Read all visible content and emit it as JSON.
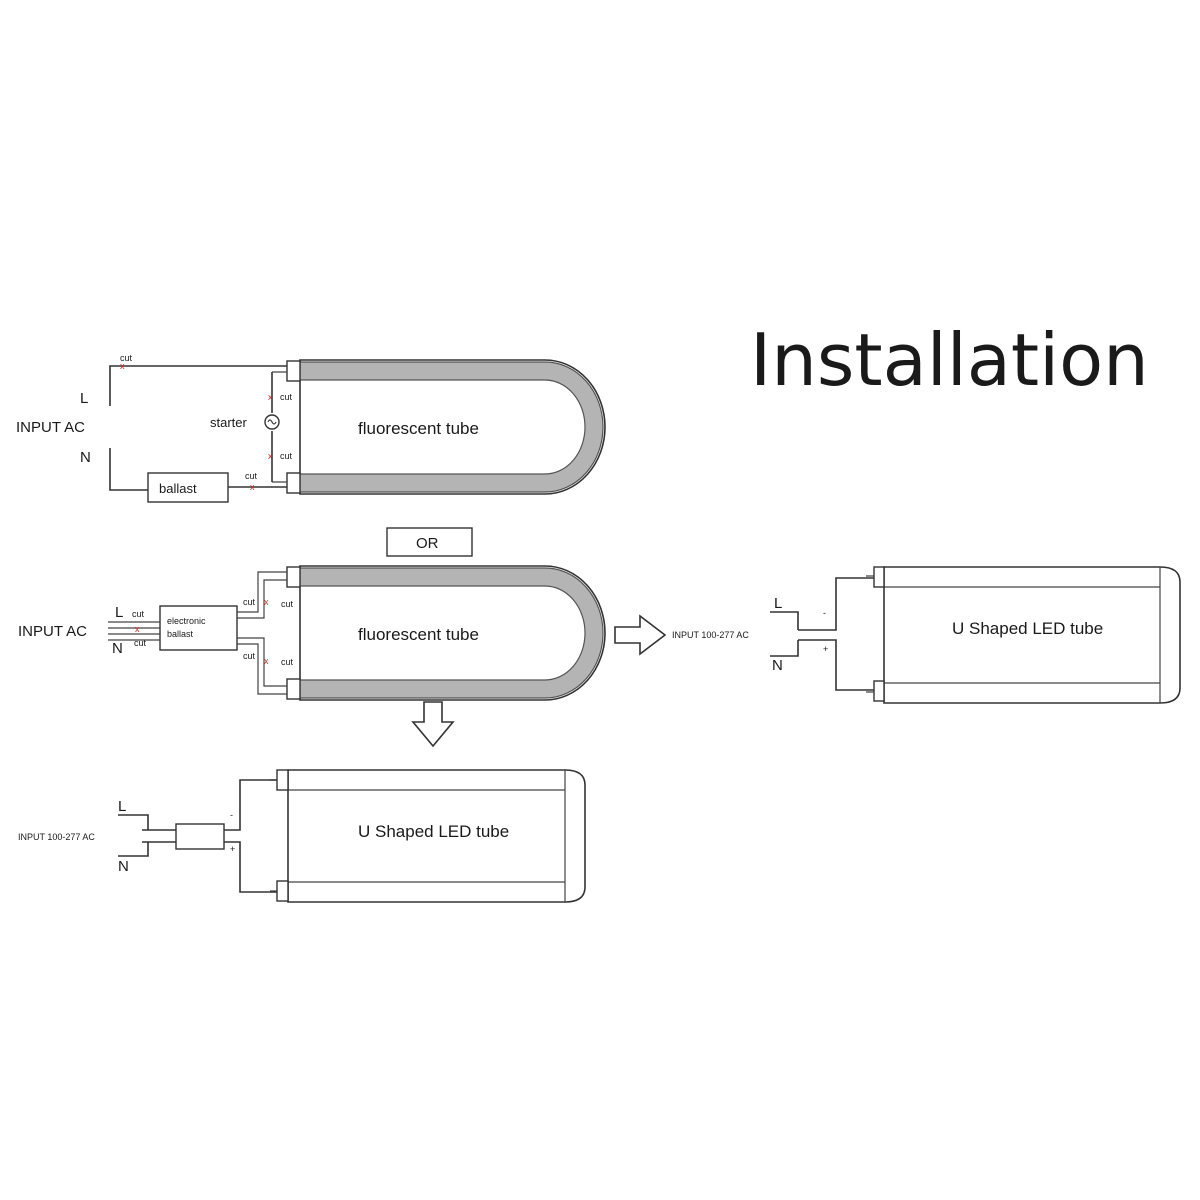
{
  "title": "Installation",
  "diagram1": {
    "input_label": "INPUT  AC",
    "l_label": "L",
    "n_label": "N",
    "starter_label": "starter",
    "ballast_label": "ballast",
    "tube_label": "fluorescent tube",
    "cut_label": "cut",
    "x_mark": "x"
  },
  "or_label": "OR",
  "diagram2": {
    "input_label": "INPUT  AC",
    "l_label": "L",
    "n_label": "N",
    "ballast_line1": "electronic",
    "ballast_line2": "ballast",
    "tube_label": "fluorescent tube",
    "cut_label": "cut",
    "x_mark": "x"
  },
  "led_bottom": {
    "input_label": "INPUT  100-277 AC",
    "l_label": "L",
    "n_label": "N",
    "tube_label": "U Shaped LED tube",
    "minus": "-",
    "plus": "+"
  },
  "led_right": {
    "input_label": "INPUT  100-277 AC",
    "l_label": "L",
    "n_label": "N",
    "tube_label": "U Shaped LED tube",
    "minus": "-",
    "plus": "+"
  },
  "colors": {
    "line": "#333333",
    "tube_fill": "#b4b4b4",
    "cut_mark": "#cc2a2a"
  }
}
